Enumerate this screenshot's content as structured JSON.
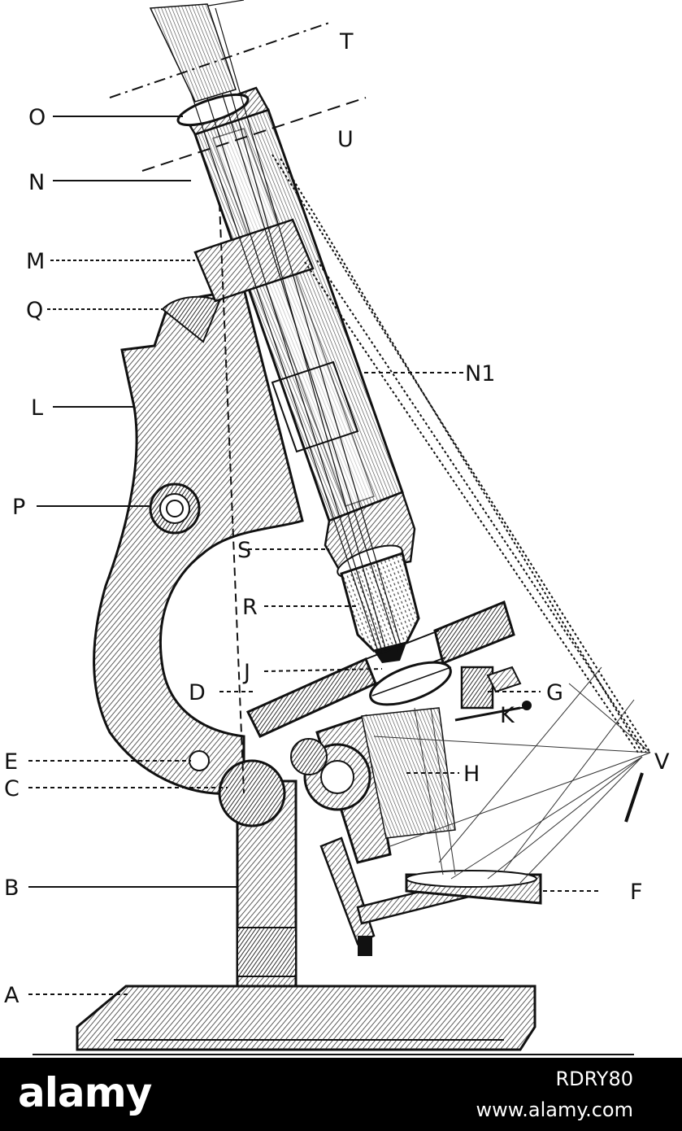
{
  "labels": {
    "T": "T",
    "U": "U",
    "O": "O",
    "N": "N",
    "M": "M",
    "Q": "Q",
    "L": "L",
    "N1": "N1",
    "P": "P",
    "S": "S",
    "R": "R",
    "J": "J",
    "D": "D",
    "G": "G",
    "K": "K",
    "E": "E",
    "H": "H",
    "V": "V",
    "C": "C",
    "B": "B",
    "F": "F",
    "A": "A"
  },
  "watermark": {
    "brand": "alamy",
    "image_id": "RDRY80",
    "site": "www.alamy.com"
  },
  "colors": {
    "ink": "#111111",
    "hatch": "#555555",
    "footer_bg": "#000000",
    "footer_text": "#ffffff"
  }
}
